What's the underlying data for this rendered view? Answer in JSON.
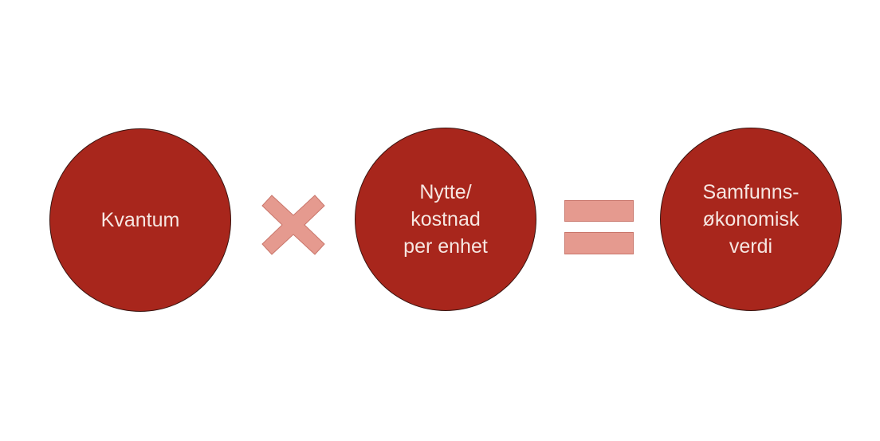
{
  "diagram": {
    "circles": [
      {
        "label": "Kvantum"
      },
      {
        "label": "Nytte/\nkostnad\nper enhet"
      },
      {
        "label": "Samfunns-\nøkonomisk\nverdi"
      }
    ],
    "operators": [
      {
        "symbol": "multiply-icon"
      },
      {
        "symbol": "equals-icon"
      }
    ],
    "colors": {
      "circle_fill": "#a8261c",
      "circle_text": "#f6e6e1",
      "operator_fill": "#e59a8f"
    }
  }
}
